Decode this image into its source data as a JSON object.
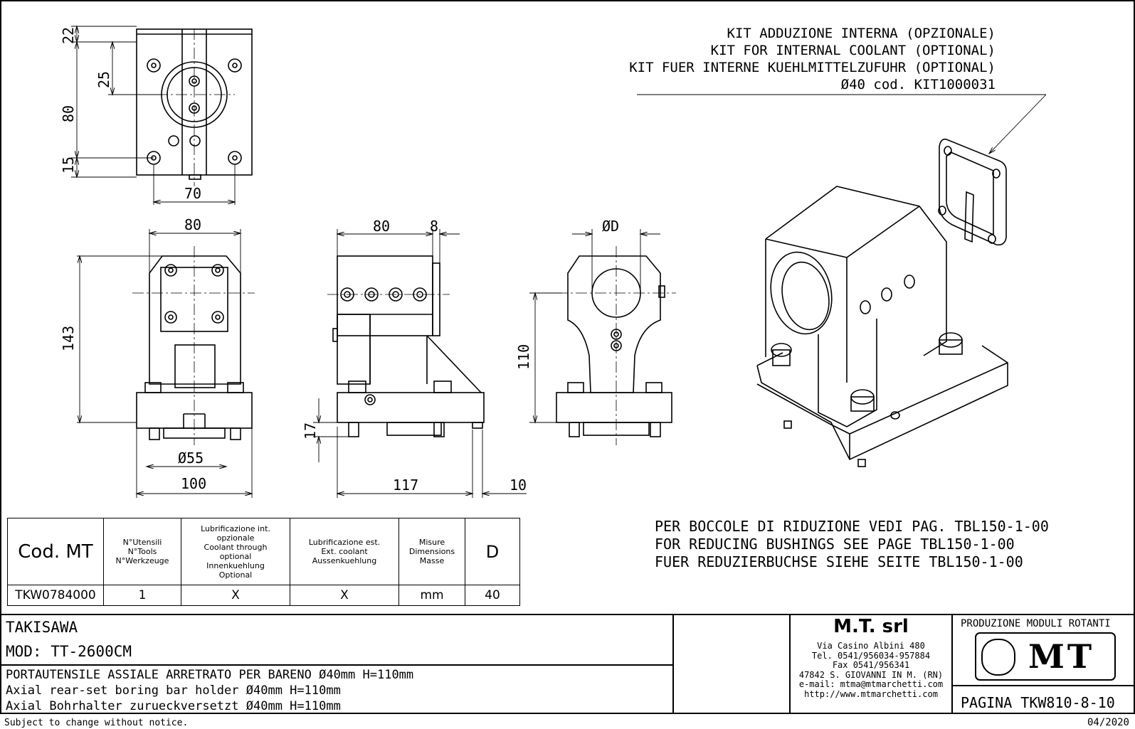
{
  "dimensions": {
    "top_view": {
      "d22": "22",
      "d25": "25",
      "d80": "80",
      "d15": "15",
      "d70": "70"
    },
    "front_view": {
      "d80": "80",
      "d143": "143",
      "d55": "Ø55",
      "d100": "100"
    },
    "side_view": {
      "d80": "80",
      "d8": "8",
      "d17": "17",
      "d117": "117",
      "d10": "10"
    },
    "rear_view": {
      "dD": "ØD",
      "d110": "110"
    }
  },
  "kit_note": {
    "line1": "KIT ADDUZIONE INTERNA (OPZIONALE)",
    "line2": "KIT FOR INTERNAL COOLANT (OPTIONAL)",
    "line3": "KIT FUER INTERNE KUEHLMITTELZUFUHR (OPTIONAL)",
    "line4": "Ø40  cod. KIT1000031"
  },
  "bushing_note": {
    "line1": "PER BOCCOLE DI RIDUZIONE VEDI PAG. TBL150-1-00",
    "line2": "FOR REDUCING BUSHINGS SEE PAGE TBL150-1-00",
    "line3": "FUER REDUZIERBUCHSE SIEHE SEITE TBL150-1-00"
  },
  "spec_table": {
    "headers": {
      "code": "Cod. MT",
      "tools": [
        "N°Utensili",
        "N°Tools",
        "N°Werkzeuge"
      ],
      "internal": [
        "Lubrificazione int.",
        "opzionale",
        "Coolant through",
        "optional",
        "Innenkuehlung",
        "Optional"
      ],
      "external": [
        "Lubrificazione est.",
        "Ext. coolant",
        "Aussenkuehlung"
      ],
      "dimensions": [
        "Misure",
        "Dimensions",
        "Masse"
      ],
      "d": "D"
    },
    "row": {
      "code": "TKW0784000",
      "tools": "1",
      "internal": "X",
      "external": "X",
      "dimensions": "mm",
      "d": "40"
    }
  },
  "title_block": {
    "brand": "TAKISAWA",
    "model": "MOD: TT-2600CM",
    "desc_it": "PORTAUTENSILE ASSIALE ARRETRATO PER BARENO Ø40mm H=110mm",
    "desc_en": "Axial rear-set boring bar holder Ø40mm H=110mm",
    "desc_de": "Axial Bohrhalter zurueckversetzt Ø40mm H=110mm",
    "company": "M.T. srl",
    "address": [
      "Via Casino Albini 480",
      "Tel. 0541/956034-957884",
      "Fax 0541/956341",
      "47842 S. GIOVANNI IN M. (RN)",
      "e-mail: mtma@mtmarchetti.com",
      "http://www.mtmarchetti.com"
    ],
    "production": "PRODUZIONE MODULI ROTANTI",
    "logo": "MT",
    "page": "PAGINA TKW810-8-10"
  },
  "footer": {
    "notice": "Subject to change without notice.",
    "date": "04/2020"
  }
}
